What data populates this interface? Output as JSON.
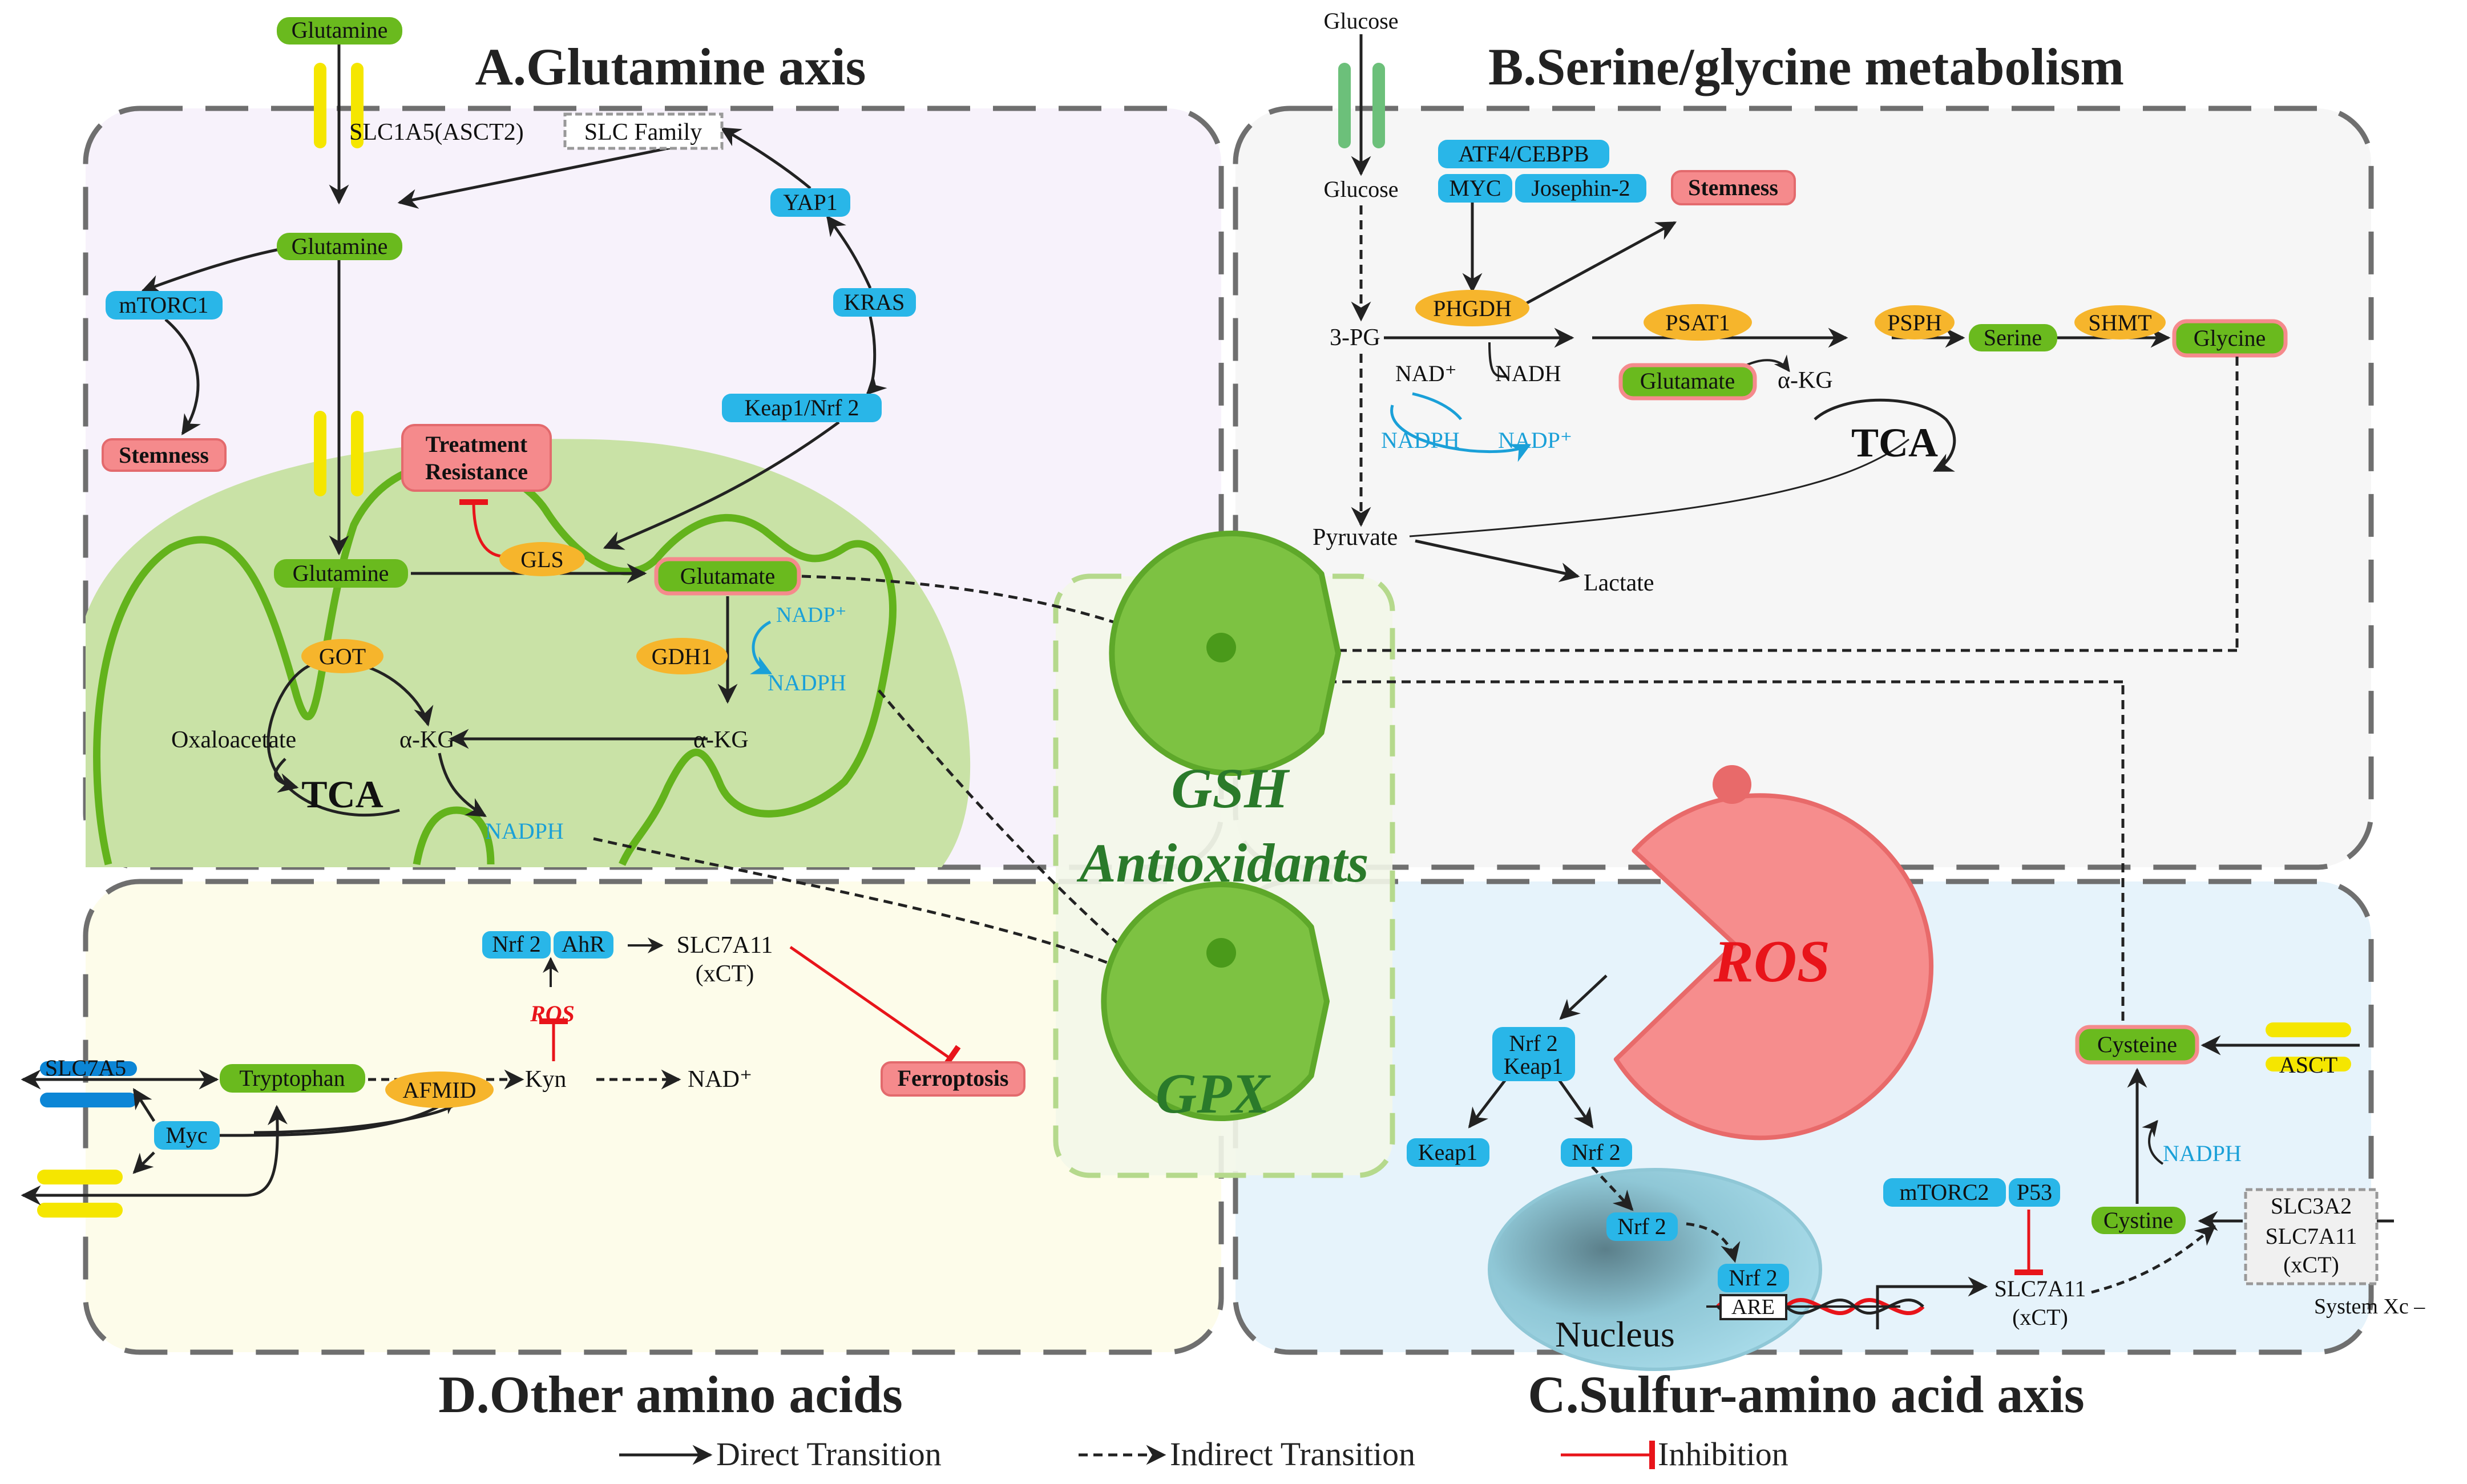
{
  "titles": {
    "a": "A.Glutamine axis",
    "b": "B.Serine/glycine metabolism",
    "c": "C.Sulfur-amino acid axis",
    "d": "D.Other amino acids",
    "center": "Antioxidants"
  },
  "panel_a": {
    "glutamine_top": "Glutamine",
    "slc1a5": "SLC1A5(ASCT2)",
    "slc_family": "SLC Family",
    "glutamine_cyto": "Glutamine",
    "mtorc1": "mTORC1",
    "stemness": "Stemness",
    "yap1": "YAP1",
    "kras": "KRAS",
    "keap1_nrf2": "Keap1/Nrf 2",
    "treatment_resistance_1": "Treatment",
    "treatment_resistance_2": "Resistance",
    "glutamine_mito": "Glutamine",
    "gls": "GLS",
    "glutamate": "Glutamate",
    "got": "GOT",
    "gdh1": "GDH1",
    "nadp_plus": "NADP⁺",
    "nadph": "NADPH",
    "oxaloacetate": "Oxaloacetate",
    "akg_left": "α-KG",
    "akg_right": "α-KG",
    "tca": "TCA",
    "nadph_bottom": "NADPH"
  },
  "panel_b": {
    "glucose_top": "Glucose",
    "glucose_in": "Glucose",
    "atf4": "ATF4/CEBPB",
    "myc": "MYC",
    "josephin": "Josephin-2",
    "stemness": "Stemness",
    "phgdh": "PHGDH",
    "pg3": "3-PG",
    "nad_plus": "NAD⁺",
    "nadh": "NADH",
    "nadph": "NADPH",
    "nadp_plus": "NADP⁺",
    "psat1": "PSAT1",
    "glutamate": "Glutamate",
    "akg": "α-KG",
    "tca": "TCA",
    "psph": "PSPH",
    "serine": "Serine",
    "shmt": "SHMT",
    "glycine": "Glycine",
    "pyruvate": "Pyruvate",
    "lactate": "Lactate"
  },
  "center": {
    "gsh": "GSH",
    "gpx": "GPX"
  },
  "panel_c": {
    "ros": "ROS",
    "nrf2_keap1_a": "Nrf 2",
    "nrf2_keap1_b": "Keap1",
    "keap1": "Keap1",
    "nrf2_1": "Nrf 2",
    "nrf2_2": "Nrf 2",
    "nrf2_nucleus": "Nrf 2",
    "are": "ARE",
    "nucleus": "Nucleus",
    "mtorc2": "mTORC2",
    "p53": "P53",
    "slc7a11_1": "SLC7A11",
    "slc7a11_2": "(xCT)",
    "cysteine": "Cysteine",
    "nadph": "NADPH",
    "cystine": "Cystine",
    "asct": "ASCT",
    "slc3a2": "SLC3A2",
    "slc7a11_t": "SLC7A11",
    "xct_t": "(xCT)",
    "system_xc": "System Xc –"
  },
  "panel_d": {
    "slc7a5": "SLC7A5",
    "tryptophan": "Tryptophan",
    "myc": "Myc",
    "afmid": "AFMID",
    "kyn": "Kyn",
    "nad_plus": "NAD⁺",
    "ros": "ROS",
    "nrf2": "Nrf 2",
    "ahr": "AhR",
    "slc7a11_1": "SLC7A11",
    "slc7a11_2": "(xCT)",
    "ferroptosis": "Ferroptosis"
  },
  "legend": {
    "direct": "Direct Transition",
    "indirect": "Indirect Transition",
    "inhibition": "Inhibition"
  },
  "colors": {
    "blue_node": "#29b6e8",
    "green_node": "#6aba1e",
    "orange_node": "#f6b52c",
    "red_node": "#f58a8c",
    "mito_fill": "#c9e2a6",
    "mito_line": "#63b31c",
    "pacman_green": "#7dc242",
    "ros_red": "#f68d8d",
    "cofactor_blue": "#1aa0d8",
    "inhibition_red": "#e8141a"
  }
}
